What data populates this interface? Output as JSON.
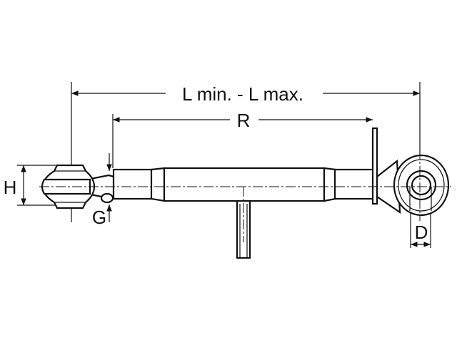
{
  "diagram": {
    "title": "Top link dimensions",
    "labels": {
      "length": "L min. - L max.",
      "thread": "R",
      "height": "H",
      "gap": "G",
      "diameter": "D"
    }
  }
}
